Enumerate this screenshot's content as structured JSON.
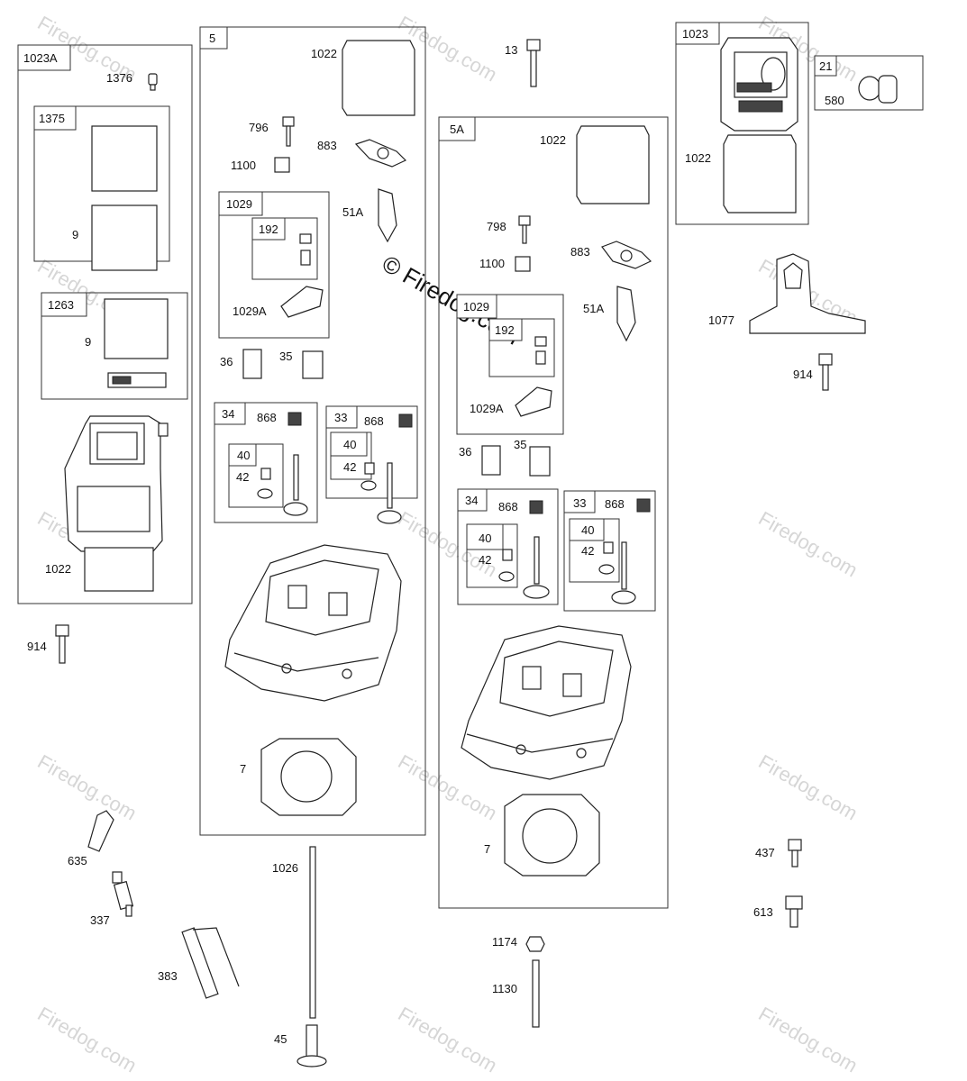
{
  "watermark": {
    "text": "Firedog.com",
    "copyright": "©",
    "center_text": "© Firedog.com"
  },
  "boxes": {
    "b1023A": "1023A",
    "b1375": "1375",
    "b1263": "1263",
    "b5": "5",
    "b1029": "1029",
    "b192": "192",
    "b34": "34",
    "b40": "40",
    "b33": "33",
    "b40b": "40",
    "b5A": "5A",
    "b1029b": "1029",
    "b192b": "192",
    "b34b": "34",
    "b40c": "40",
    "b33b": "33",
    "b40d": "40",
    "b1023": "1023",
    "b21": "21"
  },
  "labels": {
    "l1376": "1376",
    "l9a": "9",
    "l9b": "9",
    "l1022a": "1022",
    "l914a": "914",
    "l635": "635",
    "l337": "337",
    "l383": "383",
    "l1022b": "1022",
    "l796": "796",
    "l883a": "883",
    "l1100a": "1100",
    "l51Aa": "51A",
    "l1029Aa": "1029A",
    "l36a": "36",
    "l35a": "35",
    "l868a": "868",
    "l42a": "42",
    "l868b": "868",
    "l42b": "42",
    "l7a": "7",
    "l1026": "1026",
    "l45": "45",
    "l13": "13",
    "l1022c": "1022",
    "l798": "798",
    "l883b": "883",
    "l1100b": "1100",
    "l51Ab": "51A",
    "l1029Ab": "1029A",
    "l36b": "36",
    "l35b": "35",
    "l868c": "868",
    "l42c": "42",
    "l868d": "868",
    "l42d": "42",
    "l7b": "7",
    "l1174": "1174",
    "l1130": "1130",
    "l1022d": "1022",
    "l580": "580",
    "l1077": "1077",
    "l914b": "914",
    "l437": "437",
    "l613": "613"
  }
}
